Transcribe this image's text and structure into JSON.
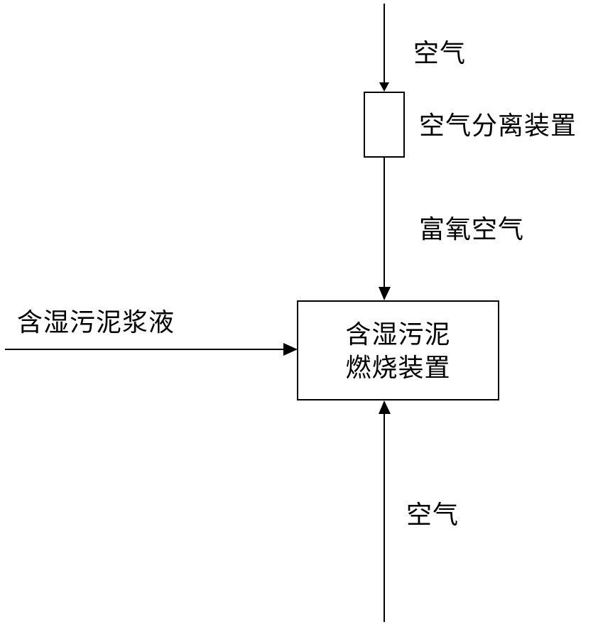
{
  "labels": {
    "air_top": "空气",
    "separator": "空气分离装置",
    "oxygen_rich_air": "富氧空气",
    "sludge_slurry": "含湿污泥浆液",
    "air_bottom": "空气"
  },
  "combustor": {
    "line1": "含湿污泥",
    "line2": "燃烧装置"
  },
  "colors": {
    "stroke": "#000000",
    "background": "#ffffff"
  }
}
